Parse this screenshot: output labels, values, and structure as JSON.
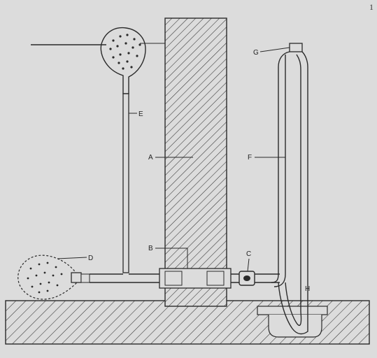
{
  "page_number": "1",
  "labels": {
    "a": "A",
    "b": "B",
    "c": "C",
    "d": "D",
    "e": "E",
    "f": "F",
    "g": "G",
    "h": "H"
  },
  "colors": {
    "paper": "#dcdcdc",
    "ink": "#2a2a2a"
  }
}
